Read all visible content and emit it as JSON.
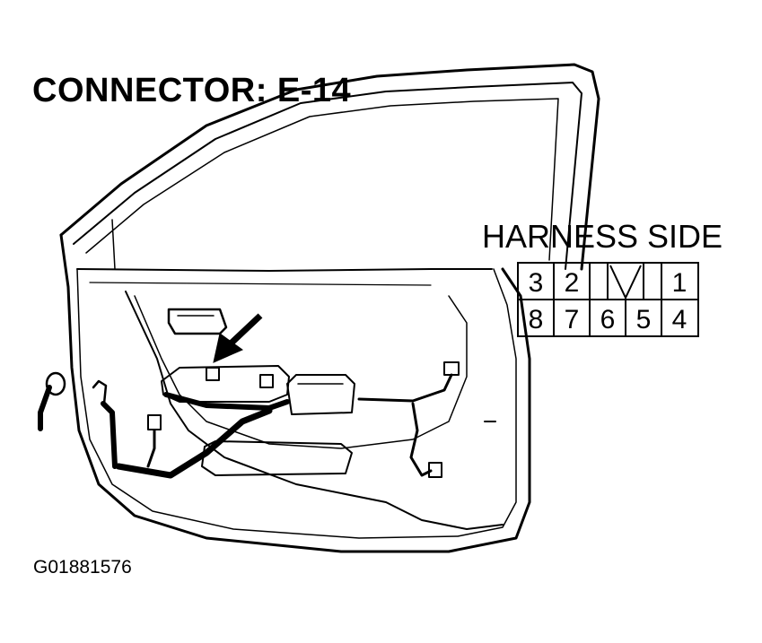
{
  "title": "CONNECTOR: E-14",
  "connector": {
    "side_label": "HARNESS SIDE",
    "top_row": [
      "3",
      "2",
      "",
      "1"
    ],
    "bottom_row": [
      "8",
      "7",
      "6",
      "5",
      "4"
    ]
  },
  "figure_id": "G01881576"
}
